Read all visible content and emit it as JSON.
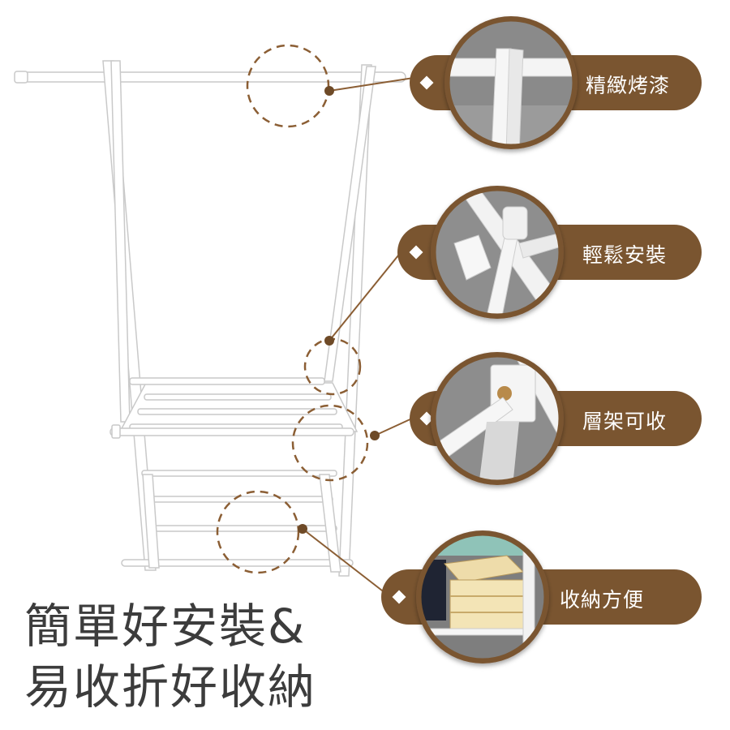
{
  "features": [
    {
      "label": "精緻烤漆",
      "icon": "paint-finish-closeup"
    },
    {
      "label": "輕鬆安裝",
      "icon": "joint-knob-closeup"
    },
    {
      "label": "層架可收",
      "icon": "folding-hinge-closeup"
    },
    {
      "label": "收納方便",
      "icon": "storage-crate-closeup"
    }
  ],
  "headline": {
    "line1": "簡單好安裝&",
    "line2": "易收折好收納"
  },
  "colors": {
    "accent_brown": "#7a5530",
    "dashed_circle": "#8b5e34",
    "rack_white": "#ffffff",
    "rack_edge": "#c9c9c9",
    "headline_text": "#3c3c3c"
  }
}
